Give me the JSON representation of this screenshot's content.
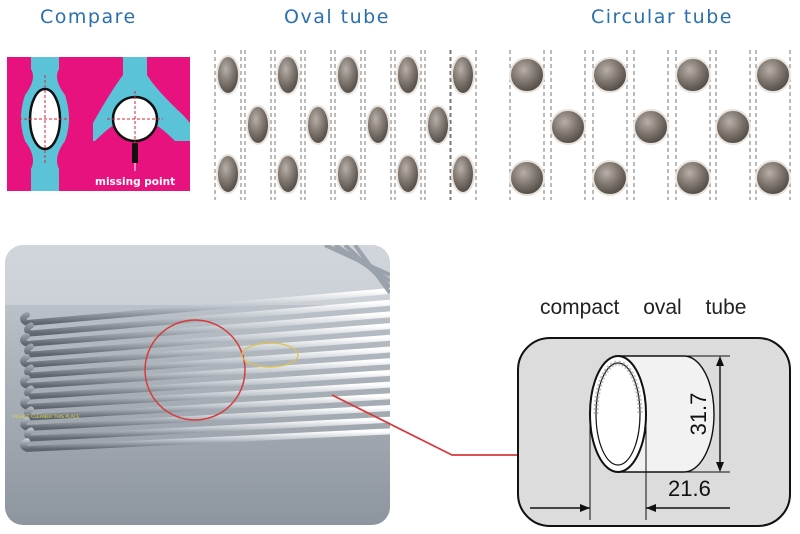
{
  "headings": {
    "compare": "Compare",
    "oval": "Oval tube",
    "circular": "Circular tube"
  },
  "compare_panel": {
    "annotation": "missing point",
    "background": "#e8127f",
    "fin_color": "#5bc3d8"
  },
  "photo": {
    "stamp_text": "PLEASE CLEANER THIS PLACE"
  },
  "detail": {
    "title": "compact  oval  tube",
    "height_dim": "31.7",
    "width_dim": "21.6"
  },
  "colors": {
    "heading": "#2a6fb0",
    "highlight_circle": "#d83a3a",
    "connector": "#d83a3a"
  }
}
